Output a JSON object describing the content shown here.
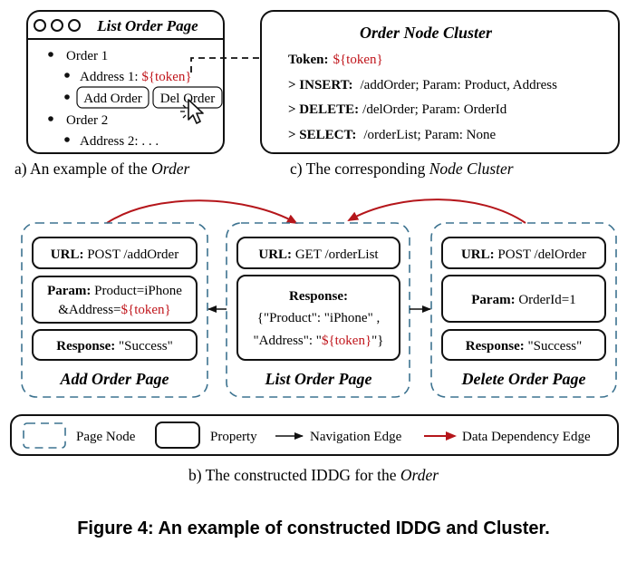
{
  "order_page": {
    "title": "List Order Page",
    "order1": "Order 1",
    "address1_label": "Address 1: ",
    "address1_token": "${token}",
    "add_order_button": "Add Order",
    "del_order_button": "Del Order",
    "order2": "Order 2",
    "address2": "Address 2: . . ."
  },
  "cluster": {
    "title": "Order Node Cluster",
    "token_label": "Token:",
    "token_value": "${token}",
    "insert_label": "> INSERT:",
    "insert_value": "/addOrder;  Param: Product, Address",
    "delete_label": "> DELETE:",
    "delete_value": "/delOrder;   Param: OrderId",
    "select_label": "> SELECT:",
    "select_value": "/orderList;  Param: None"
  },
  "captions": {
    "a_prefix": "a) An example of the ",
    "a_em": "Order",
    "c_prefix": "c) The corresponding ",
    "c_em": "Node Cluster",
    "b_prefix": "b) The constructed IDDG for the ",
    "b_em": "Order"
  },
  "add_page": {
    "url_label": "URL:",
    "url_value": " POST /addOrder",
    "param_label": "Param:",
    "param_value": " Product=iPhone",
    "param_line2_prefix": "&Address=",
    "param_line2_token": "${token}",
    "response_label": "Response:",
    "response_value": " \"Success\"",
    "title": "Add Order Page"
  },
  "list_page": {
    "url_label": "URL:",
    "url_value": " GET /orderList",
    "response_label": "Response:",
    "response_line1": "{\"Product\": \"iPhone\" ,",
    "response_line2_prefix": "\"Address\": \"",
    "response_line2_token": "${token}",
    "response_line2_suffix": "\"}",
    "title": "List Order Page"
  },
  "delete_page": {
    "url_label": "URL:",
    "url_value": " POST /delOrder",
    "param_label": "Param:",
    "param_value": " OrderId=1",
    "response_label": "Response:",
    "response_value": " \"Success\"",
    "title": "Delete Order Page"
  },
  "legend": {
    "page_node": "Page Node",
    "property": "Property",
    "navigation_edge": "Navigation Edge",
    "data_dependency_edge": "Data Dependency Edge"
  },
  "figure_caption": "Figure 4: An example of constructed IDDG and Cluster.",
  "colors": {
    "token_red": "#c0151b",
    "page_node_border": "#3d7390",
    "data_edge": "#b5161b"
  }
}
